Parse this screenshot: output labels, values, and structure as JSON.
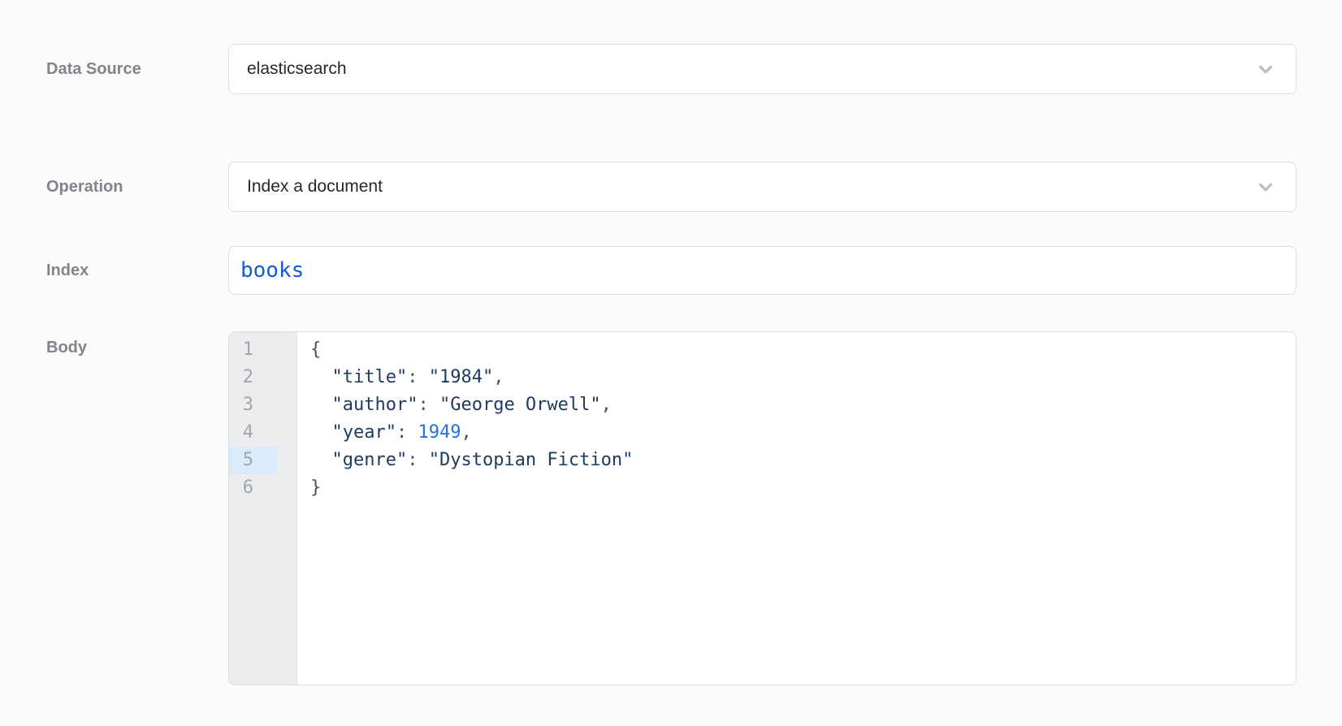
{
  "fields": {
    "data_source": {
      "label": "Data Source",
      "value": "elasticsearch"
    },
    "operation": {
      "label": "Operation",
      "value": "Index a document"
    },
    "index": {
      "label": "Index",
      "value": "books"
    },
    "body": {
      "label": "Body",
      "active_line": 5,
      "lines": [
        {
          "num": 1,
          "tokens": [
            {
              "text": "{",
              "type": "punct"
            }
          ]
        },
        {
          "num": 2,
          "tokens": [
            {
              "text": "  ",
              "type": "plain"
            },
            {
              "text": "\"title\"",
              "type": "string"
            },
            {
              "text": ":",
              "type": "punct"
            },
            {
              "text": " ",
              "type": "plain"
            },
            {
              "text": "\"1984\"",
              "type": "string"
            },
            {
              "text": ",",
              "type": "punct"
            }
          ]
        },
        {
          "num": 3,
          "tokens": [
            {
              "text": "  ",
              "type": "plain"
            },
            {
              "text": "\"author\"",
              "type": "string"
            },
            {
              "text": ":",
              "type": "punct"
            },
            {
              "text": " ",
              "type": "plain"
            },
            {
              "text": "\"George Orwell\"",
              "type": "string"
            },
            {
              "text": ",",
              "type": "punct"
            }
          ]
        },
        {
          "num": 4,
          "tokens": [
            {
              "text": "  ",
              "type": "plain"
            },
            {
              "text": "\"year\"",
              "type": "string"
            },
            {
              "text": ":",
              "type": "punct"
            },
            {
              "text": " ",
              "type": "plain"
            },
            {
              "text": "1949",
              "type": "number"
            },
            {
              "text": ",",
              "type": "punct"
            }
          ]
        },
        {
          "num": 5,
          "tokens": [
            {
              "text": "  ",
              "type": "plain"
            },
            {
              "text": "\"genre\"",
              "type": "string"
            },
            {
              "text": ":",
              "type": "punct"
            },
            {
              "text": " ",
              "type": "plain"
            },
            {
              "text": "\"Dystopian Fiction\"",
              "type": "string"
            }
          ]
        },
        {
          "num": 6,
          "tokens": [
            {
              "text": "}",
              "type": "punct"
            }
          ]
        }
      ]
    }
  },
  "icons": {
    "data_source_dropdown": "chevron-down",
    "operation_dropdown": "chevron-down"
  },
  "colors": {
    "page_background": "#fbfbfb",
    "label_gray": "#7f858d",
    "field_border": "#dbdfe3",
    "select_text": "#24292f",
    "chevron_gray": "#b9bec4",
    "index_value_blue": "#135bd3",
    "code_string_navy": "#1c3b5f",
    "code_number_blue": "#2273dc",
    "code_punctuation": "#46525f",
    "gutter_background": "#ecedee",
    "gutter_number_gray": "#a2a6ab",
    "active_line_gutter_blue": "#dcebfb"
  }
}
